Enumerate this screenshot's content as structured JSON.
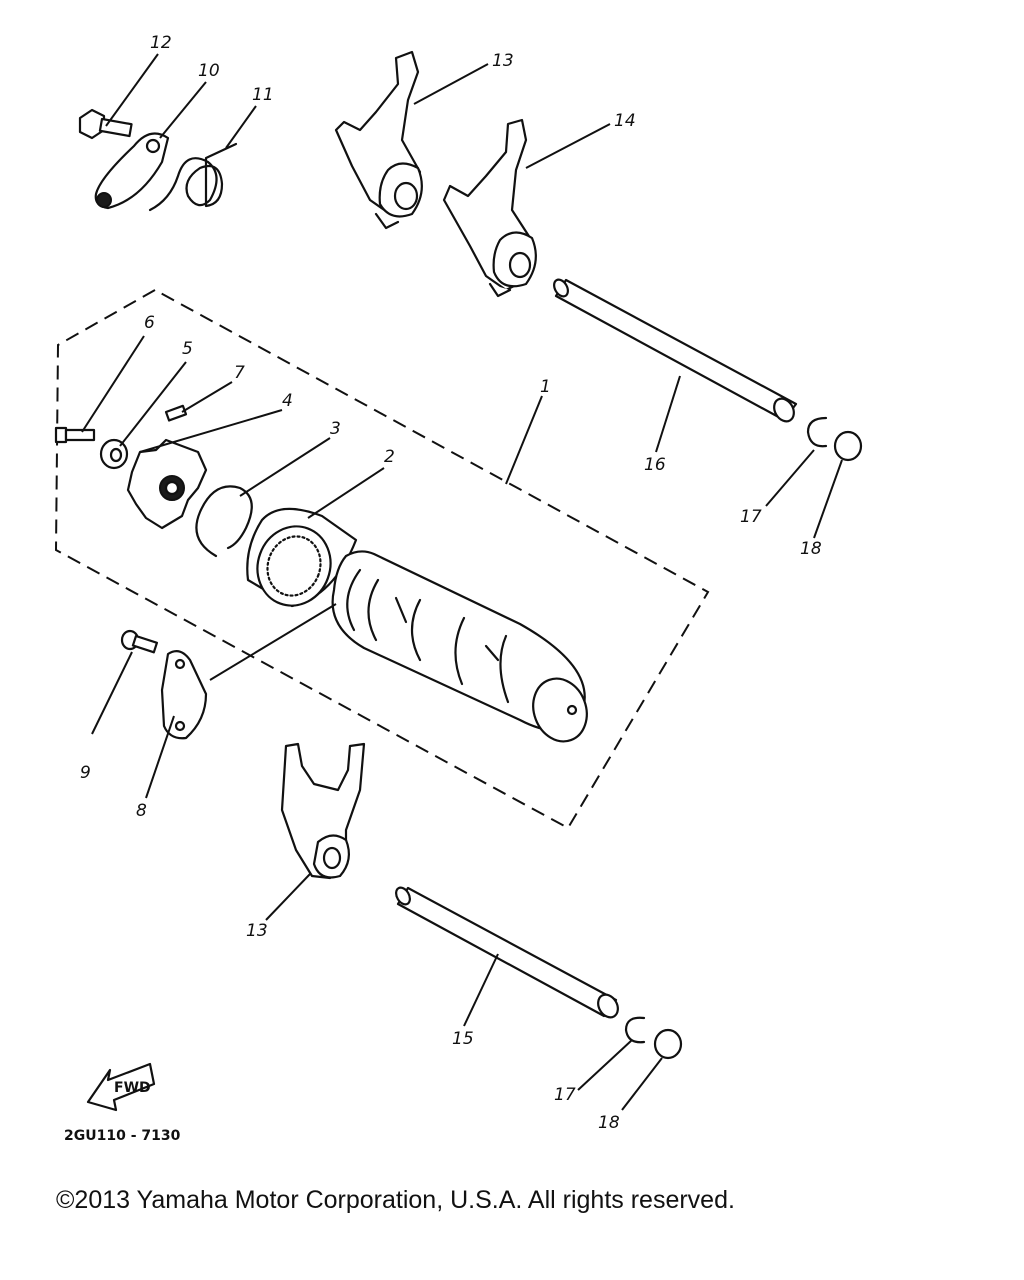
{
  "callouts": {
    "c1": "1",
    "c2": "2",
    "c3": "3",
    "c4": "4",
    "c5": "5",
    "c6": "6",
    "c7": "7",
    "c8": "8",
    "c9": "9",
    "c10": "10",
    "c11": "11",
    "c12": "12",
    "c13a": "13",
    "c13b": "13",
    "c14": "14",
    "c15": "15",
    "c16": "16",
    "c17a": "17",
    "c17b": "17",
    "c18a": "18",
    "c18b": "18"
  },
  "drawing_code": "2GU110 - 7130",
  "fwd_label": "FWD",
  "copyright": "©2013 Yamaha Motor Corporation, U.S.A. All rights reserved."
}
